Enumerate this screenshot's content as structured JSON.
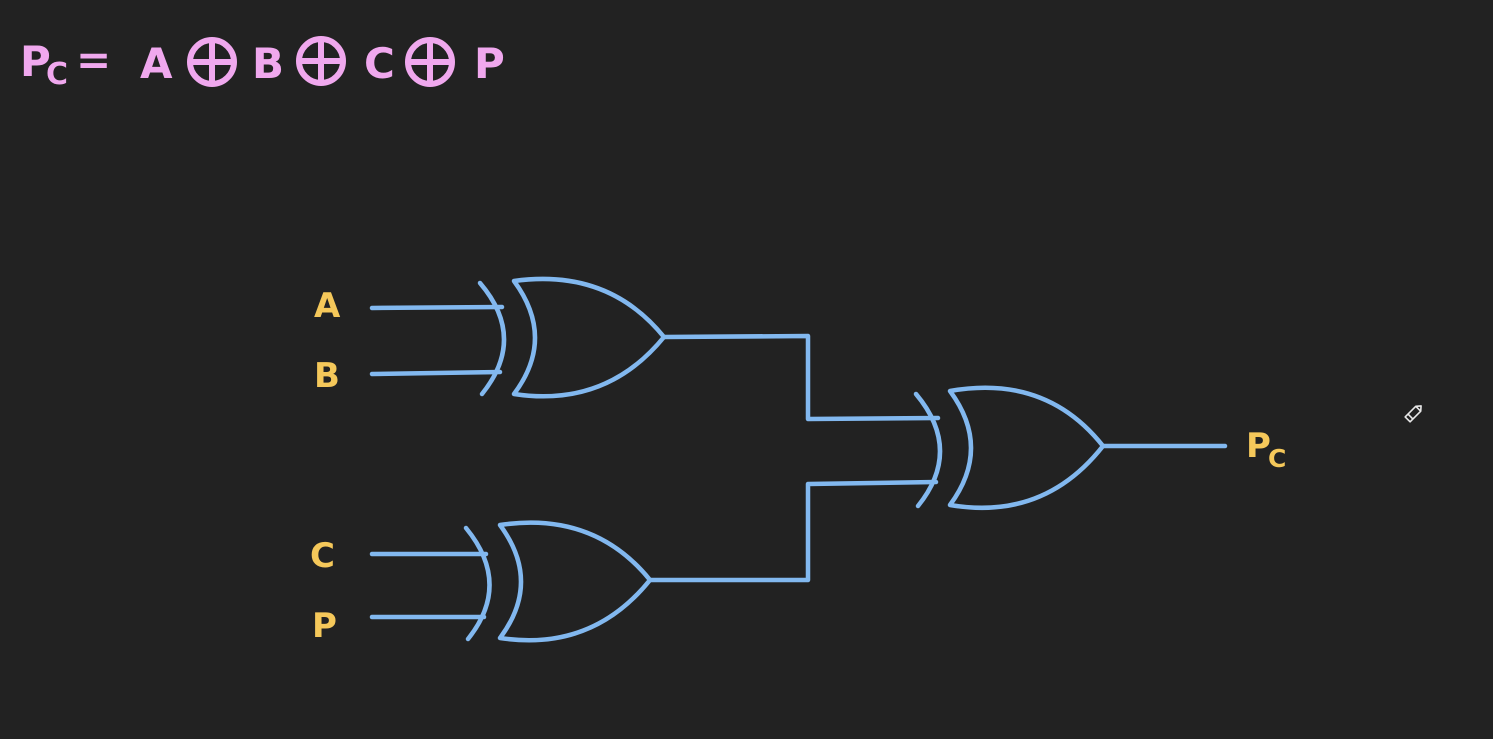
{
  "equation": {
    "lhs_main": "P",
    "lhs_sub": "C",
    "equals": "=",
    "terms": [
      "A",
      "B",
      "C",
      "P"
    ],
    "operator_icon": "xor-circle-plus-icon"
  },
  "inputs": {
    "a": "A",
    "b": "B",
    "c": "C",
    "p": "P"
  },
  "output": {
    "main": "P",
    "sub": "C"
  },
  "gates": [
    {
      "id": "xor-gate-1",
      "type": "XOR",
      "inputs": [
        "A",
        "B"
      ]
    },
    {
      "id": "xor-gate-2",
      "type": "XOR",
      "inputs": [
        "C",
        "P"
      ]
    },
    {
      "id": "xor-gate-3",
      "type": "XOR",
      "inputs": [
        "xor-gate-1",
        "xor-gate-2"
      ]
    }
  ],
  "colors": {
    "background": "#222222",
    "equation": "#f0a8ee",
    "labels": "#f5c85a",
    "wires": "#82b8ef"
  },
  "cursor_icon": "pencil-icon"
}
